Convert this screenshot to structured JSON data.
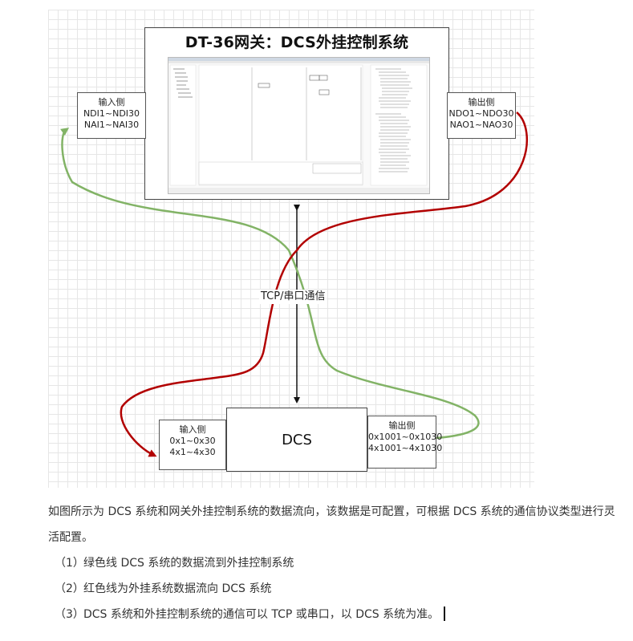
{
  "diagram": {
    "gateway_title": "DT-36网关：DCS外挂控制系统",
    "left_input": {
      "title": "输入侧",
      "line1": "NDI1~NDI30",
      "line2": "NAI1~NAI30"
    },
    "right_output": {
      "title": "输出侧",
      "line1": "NDO1~NDO30",
      "line2": "NAO1~NAO30"
    },
    "connection_label": "TCP/串口通信",
    "dcs_label": "DCS",
    "dcs_input": {
      "title": "输入侧",
      "line1": "0x1~0x30",
      "line2": "4x1~4x30"
    },
    "dcs_output": {
      "title": "输出侧",
      "line1": "0x1001~0x1030",
      "line2": "4x1001~4x1030"
    },
    "colors": {
      "green_line": "#82b366",
      "red_line": "#b20000",
      "grid": "#e6e6e6"
    }
  },
  "text": {
    "intro": "如图所示为 DCS 系统和网关外挂控制系统的数据流向，该数据是可配置，可根据 DCS 系统的通信协议类型进行灵活配置。",
    "items": [
      {
        "num": "（1）",
        "text": "绿色线 DCS 系统的数据流到外挂控制系统"
      },
      {
        "num": "（2）",
        "text": "红色线为外挂系统数据流向 DCS 系统"
      },
      {
        "num": "（3）",
        "text": "DCS 系统和外挂控制系统的通信可以 TCP 或串口，以 DCS 系统为准。"
      }
    ]
  }
}
